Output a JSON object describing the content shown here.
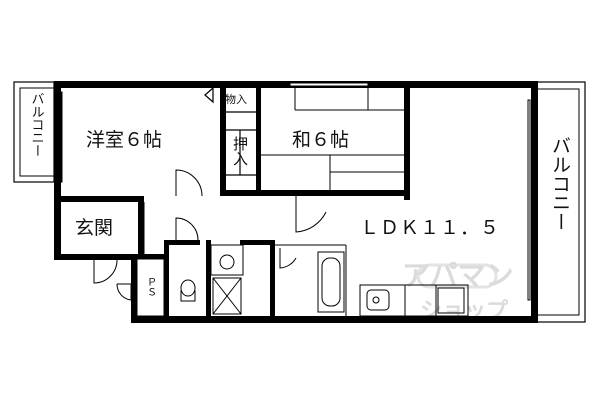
{
  "rooms": {
    "youshitsu": "洋室６帖",
    "washitsu": "和６帖",
    "ldk": "ＬＤＫ１１．５",
    "genkan": "玄関",
    "ps": "ＰＳ",
    "oshiire": "押入",
    "monoire": "物入",
    "balcony_left": "バルコニー",
    "balcony_right": "バルコニー"
  },
  "watermark": {
    "line1": "アパマン",
    "line2": "ショップ"
  }
}
